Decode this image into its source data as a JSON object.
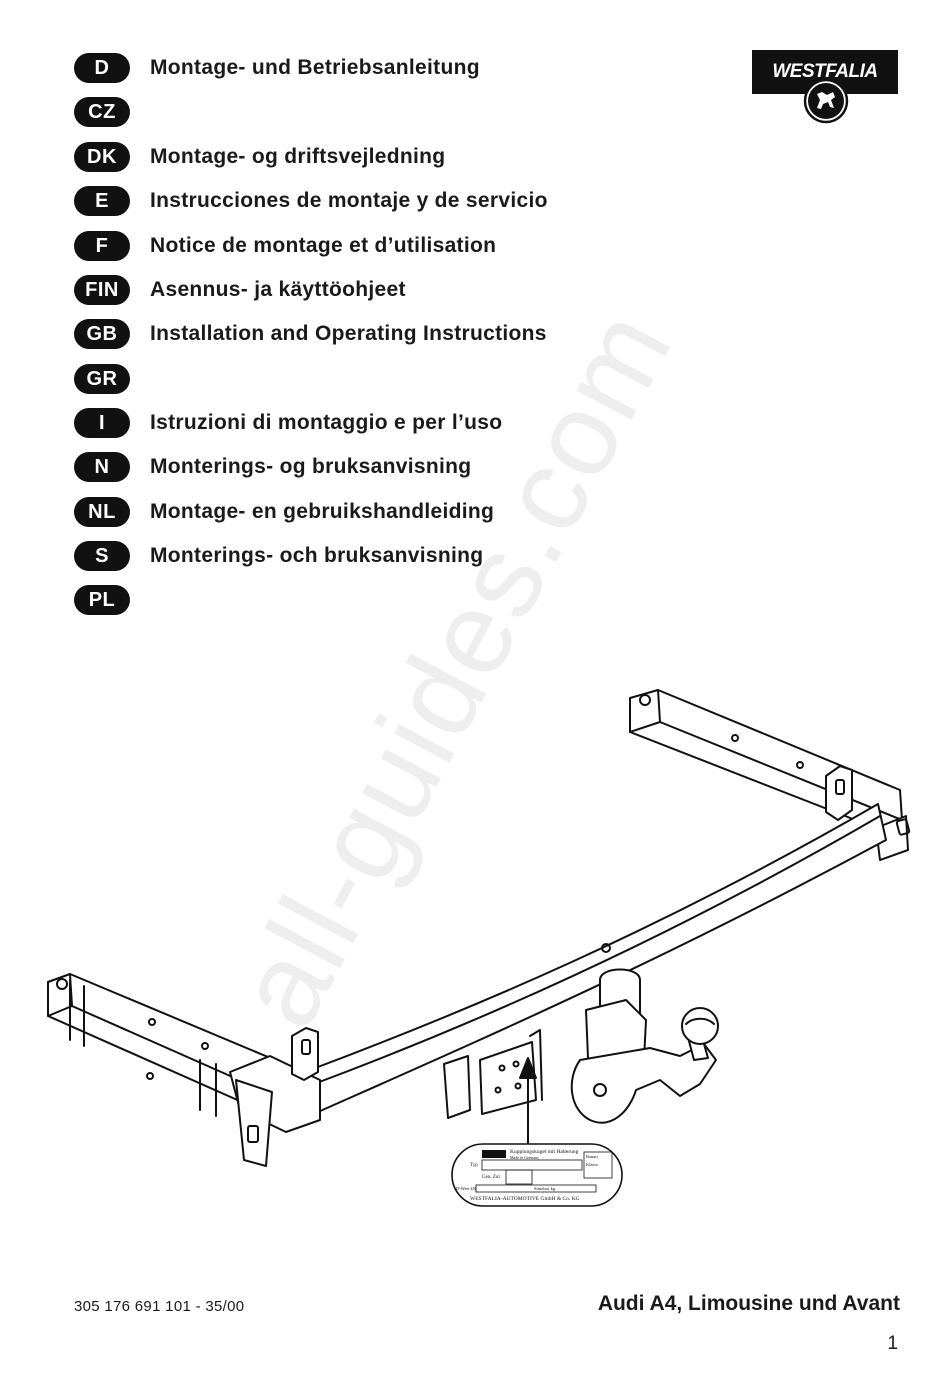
{
  "watermark": "all-guides.com",
  "brand": {
    "name": "WESTFALIA"
  },
  "languages": [
    {
      "code": "D",
      "title": "Montage- und Betriebsanleitung"
    },
    {
      "code": "CZ",
      "title": ""
    },
    {
      "code": "DK",
      "title": "Montage- og driftsvejledning"
    },
    {
      "code": "E",
      "title": "Instrucciones de montaje y de servicio"
    },
    {
      "code": "F",
      "title": "Notice de montage et d’utilisation"
    },
    {
      "code": "FIN",
      "title": "Asennus- ja käyttöohjeet"
    },
    {
      "code": "GB",
      "title": "Installation and Operating Instructions"
    },
    {
      "code": "GR",
      "title": ""
    },
    {
      "code": "I",
      "title": "Istruzioni di montaggio e per l’uso"
    },
    {
      "code": "N",
      "title": "Monterings- og bruksanvisning"
    },
    {
      "code": "NL",
      "title": "Montage- en gebruikshandleiding"
    },
    {
      "code": "S",
      "title": "Monterings- och bruksanvisning"
    },
    {
      "code": "PL",
      "title": ""
    }
  ],
  "type_plate": {
    "header": "Kupplungskugel mit Halterung",
    "header_sub": "Made in Germany",
    "typ": "Typ",
    "bauart": "Bauart",
    "klasse": "Klasse",
    "gen_zul": "Gen. Zul.",
    "d_wert": "D-Wert kN",
    "stuetzlast": "Stützlast kg",
    "maker": "WESTFALIA-AUTOMOTIVE GmbH & Co. KG"
  },
  "footer": {
    "part_number": "305 176 691 101 - 35/00",
    "model": "Audi A4, Limousine und Avant",
    "page": "1"
  },
  "colors": {
    "ink": "#111111",
    "paper": "#ffffff"
  }
}
